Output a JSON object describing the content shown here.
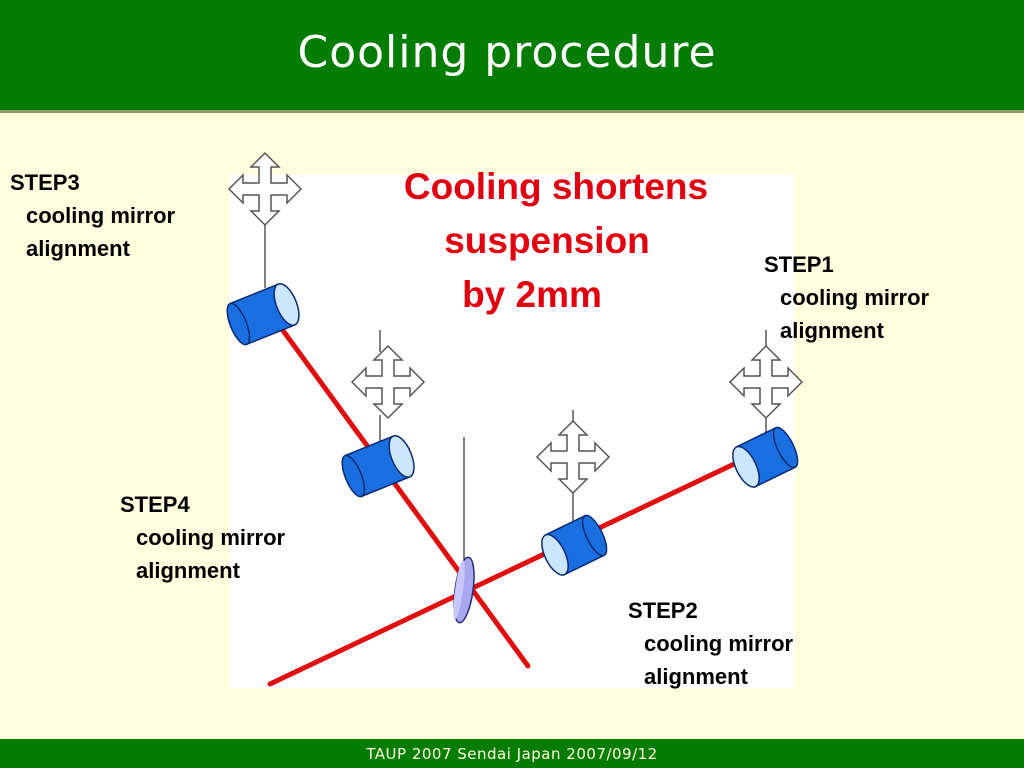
{
  "slide": {
    "title": "Cooling procedure",
    "footer": "TAUP 2007 Sendai Japan 2007/09/12"
  },
  "callout": {
    "line1": "Cooling shortens",
    "line2": "suspension",
    "line3": "by 2mm",
    "color": "#e00010"
  },
  "steps": [
    {
      "name": "STEP1",
      "description": "cooling mirror",
      "description2": "alignment"
    },
    {
      "name": "STEP2",
      "description": "cooling mirror",
      "description2": "alignment"
    },
    {
      "name": "STEP3",
      "description": "cooling mirror",
      "description2": "alignment"
    },
    {
      "name": "STEP4",
      "description": "cooling mirror",
      "description2": "alignment"
    }
  ],
  "colors": {
    "title_bar": "#057d05",
    "background": "#ffffdf",
    "laser_beam": "#e01010",
    "mirror_body": "#1a6fe0",
    "mirror_face": "#cce6ff",
    "beam_splitter": "#a8a8f0"
  },
  "icons": {
    "alignment": "four-way-move-arrow-icon"
  }
}
